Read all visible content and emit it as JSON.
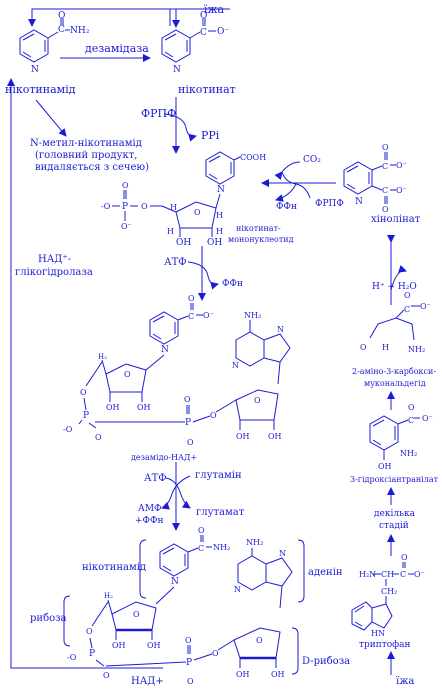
{
  "food_top": "їжа",
  "food_bottom": "їжа",
  "nicotinamide": "нікотинамід",
  "nh2_amide": "NH₂",
  "deamidase": "дезамідаза",
  "nicotinate": "нікотинат",
  "fprf_1": "ФРПФ",
  "ppi": "PPі",
  "n_methyl": [
    "N-метил-нікотинамід",
    "(головний продукт,",
    "видаляється з сечею)"
  ],
  "cooh": "COOH",
  "co2": "CO₂",
  "ffn_1": "ФФн",
  "fprf_2": "ФРПФ",
  "quinolinate": "хінолінат",
  "nmn": [
    "нікотинат-",
    "мононуклеотид"
  ],
  "nad_glycohydrolase": [
    "НАД⁺-",
    "глікогідролаза"
  ],
  "atp_1": "АТФ",
  "ffn_2": "ФФн",
  "h_h2o": "H⁺ + H₂O",
  "deamido_nad": "дезамідо-НАД+",
  "amino_muconic": [
    "2-аміно-3-карбокси-",
    "мукональдегід"
  ],
  "hydroxyanthranilate": "3-гідроксіантранілат",
  "atp_2": "АТФ",
  "glutamine": "глутамін",
  "amf_ffn": [
    "АМФ",
    "+ФФн"
  ],
  "glutamate": "глутамат",
  "several_steps": [
    "декілька",
    "стадій"
  ],
  "nicotinamide_part": "нікотинамід",
  "adenine": "аденін",
  "ribose": "рибоза",
  "d_ribose": "D-рибоза",
  "nad_plus": "НАД+",
  "tryptophan": "триптофан",
  "atoms": {
    "O": "O",
    "N": "N",
    "H": "H",
    "OH": "OH",
    "NH2": "NH₂",
    "NH": "NH",
    "P": "P",
    "C": "C",
    "H2": "H₂",
    "HN": "HN",
    "minusO": "-O",
    "oMinus": "O⁻",
    "H2N": "H₂N",
    "CH": "CH",
    "CH2": "CH₂",
    "COO": "COO⁻"
  },
  "colors": {
    "ink": "#1b1bd6",
    "background": "#ffffff"
  }
}
